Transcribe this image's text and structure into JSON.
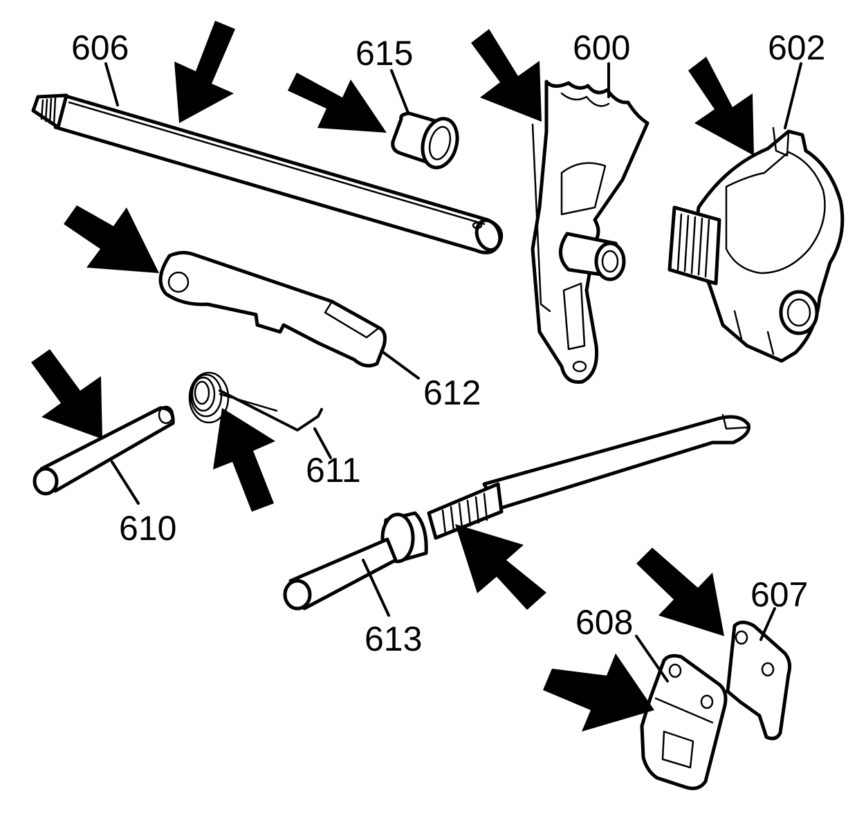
{
  "diagram": {
    "background": "#ffffff",
    "ink": "#000000",
    "parts": [
      {
        "id": "606",
        "label": "606"
      },
      {
        "id": "615",
        "label": "615"
      },
      {
        "id": "600",
        "label": "600"
      },
      {
        "id": "602",
        "label": "602"
      },
      {
        "id": "612",
        "label": "612"
      },
      {
        "id": "611",
        "label": "611"
      },
      {
        "id": "610",
        "label": "610"
      },
      {
        "id": "613",
        "label": "613"
      },
      {
        "id": "608",
        "label": "608"
      },
      {
        "id": "607",
        "label": "607"
      }
    ]
  }
}
